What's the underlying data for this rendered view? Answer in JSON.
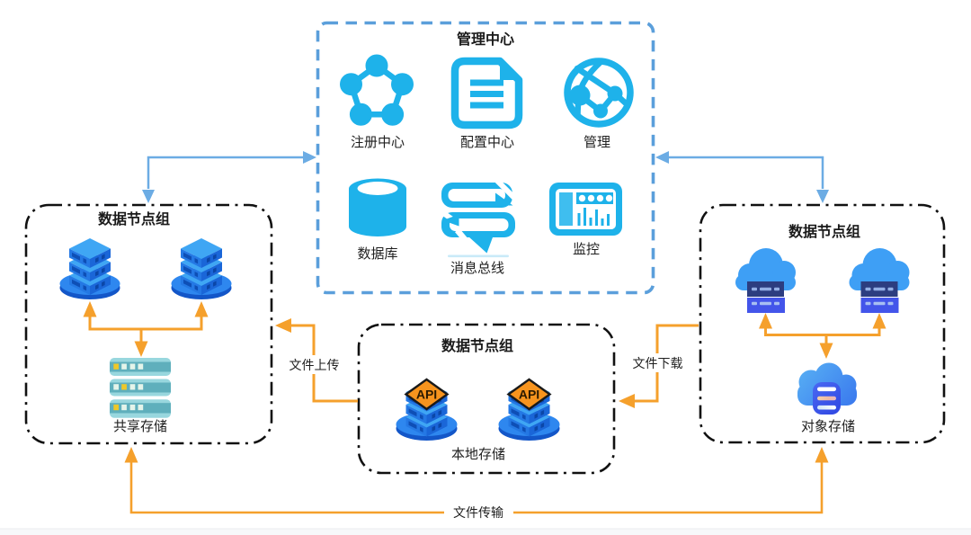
{
  "management_center": {
    "title": "管理中心",
    "items": [
      {
        "label": "注册中心",
        "icon": "registry-network-icon"
      },
      {
        "label": "配置中心",
        "icon": "config-document-icon"
      },
      {
        "label": "管理",
        "icon": "manage-globe-icon"
      },
      {
        "label": "数据库",
        "icon": "database-cylinder-icon"
      },
      {
        "label": "消息总线",
        "icon": "message-bus-icon"
      },
      {
        "label": "监控",
        "icon": "monitor-dashboard-icon"
      }
    ]
  },
  "left_group": {
    "title": "数据节点组",
    "node_icon": "isometric-server-icon",
    "node_count": 2,
    "storage_label": "共享存储"
  },
  "center_group": {
    "title": "数据节点组",
    "node_icon": "api-server-icon",
    "node_count": 2,
    "api_badge": "API",
    "storage_label": "本地存储"
  },
  "right_group": {
    "title": "数据节点组",
    "node_icon": "cloud-server-icon",
    "node_count": 2,
    "storage_label": "对象存储"
  },
  "connectors": {
    "upload_label": "文件上传",
    "download_label": "文件下载",
    "transfer_label": "文件传输"
  },
  "colors": {
    "icon_blue": "#1EB2EA",
    "management_dash_blue": "#5B9FDB",
    "arrow_blue": "#6CACE4",
    "arrow_orange": "#F5A02C",
    "api_orange": "#F7941E",
    "group_border": "#111111",
    "iso_top": "#3FA6F4",
    "iso_left": "#2478E4",
    "iso_right": "#1A66D8",
    "teal_light": "#98D7DE",
    "teal_band": "#5FAFBC",
    "led_yellow": "#EEC829",
    "led_mint": "#E4F4EA",
    "cloud_blue": "#3E9FF5",
    "rack_navy": "#2C3D80",
    "rack_indigo": "#4355EA"
  }
}
